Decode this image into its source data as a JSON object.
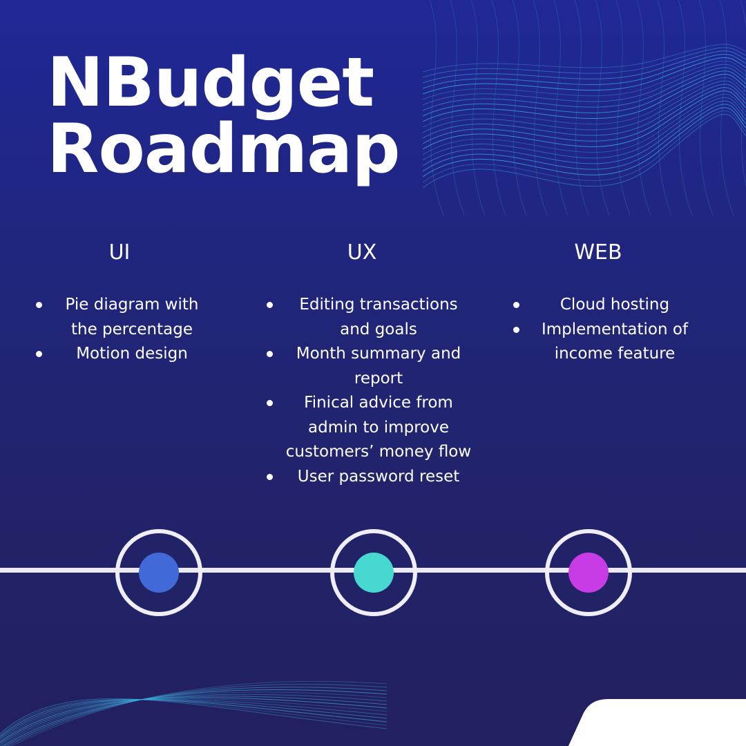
{
  "title": {
    "line1": "NBudget",
    "line2": "Roadmap"
  },
  "columns": [
    {
      "heading": "UI",
      "items": [
        [
          "Pie diagram with",
          "the percentage"
        ],
        [
          "Motion design"
        ]
      ]
    },
    {
      "heading": "UX",
      "items": [
        [
          "Editing transactions",
          "and goals"
        ],
        [
          "Month summary and",
          "report"
        ],
        [
          "Finical advice from",
          "admin to improve",
          "customers’ money flow"
        ],
        [
          "User password reset"
        ]
      ]
    },
    {
      "heading": "WEB",
      "items": [
        [
          "Cloud hosting"
        ],
        [
          "Implementation of",
          "income feature"
        ]
      ]
    }
  ],
  "timeline": {
    "nodes": [
      {
        "column": "UI",
        "color": "#4169d8"
      },
      {
        "column": "UX",
        "color": "#47d9d0"
      },
      {
        "column": "WEB",
        "color": "#c83ce6"
      }
    ]
  },
  "colors": {
    "background_top": "#1f2896",
    "background_bottom": "#232060",
    "text": "#ffffff",
    "wave_lines": "#3fb2e0",
    "timeline": "#ecebf5"
  }
}
